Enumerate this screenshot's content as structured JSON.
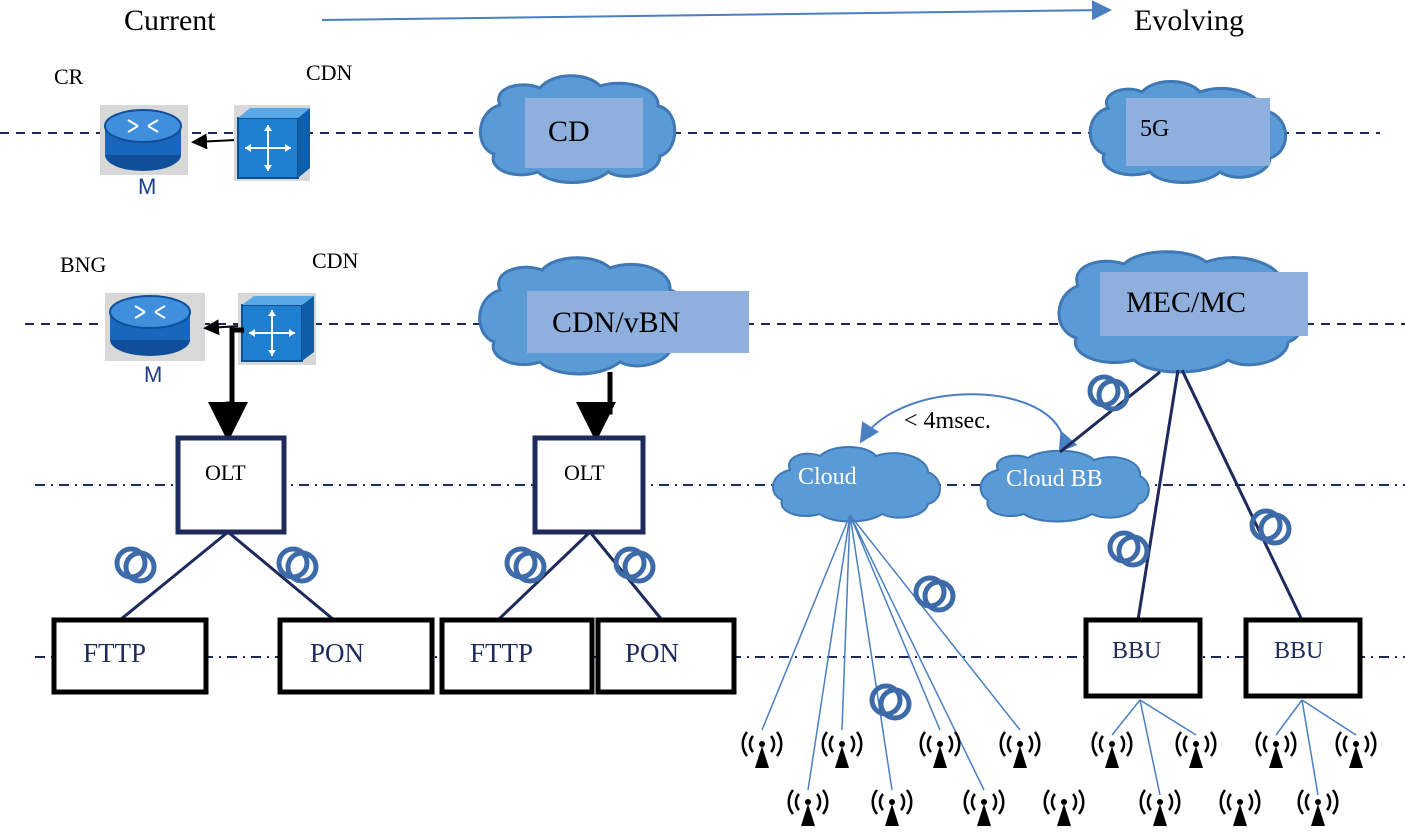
{
  "header": {
    "current": "Current",
    "evolving": "Evolving"
  },
  "left_top": {
    "router_label": "CR",
    "cdn_label": "CDN",
    "router_mark": "M"
  },
  "left_mid": {
    "router_label": "BNG",
    "cdn_label": "CDN",
    "router_mark": "M"
  },
  "clouds": {
    "cd": "CD",
    "fiveg": "5G",
    "cdn_vbn": "CDN/vBN",
    "mec_mc": "MEC/MC",
    "cloud": "Cloud",
    "cloud_bb": "Cloud BB"
  },
  "latency": "< 4msec.",
  "olt_left": "OLT",
  "olt_mid": "OLT",
  "fttp_left": "FTTP",
  "pon_left": "PON",
  "fttp_mid": "FTTP",
  "pon_mid": "PON",
  "bbu_left": "BBU",
  "bbu_right": "BBU",
  "colors": {
    "navy": "#1f2a5c",
    "blue": "#4a7fc1",
    "cloud": "#5b9bd5",
    "cloud_edge": "#3f78b5",
    "panel": "#8fb0dc",
    "coil": "#3d6aa8"
  }
}
